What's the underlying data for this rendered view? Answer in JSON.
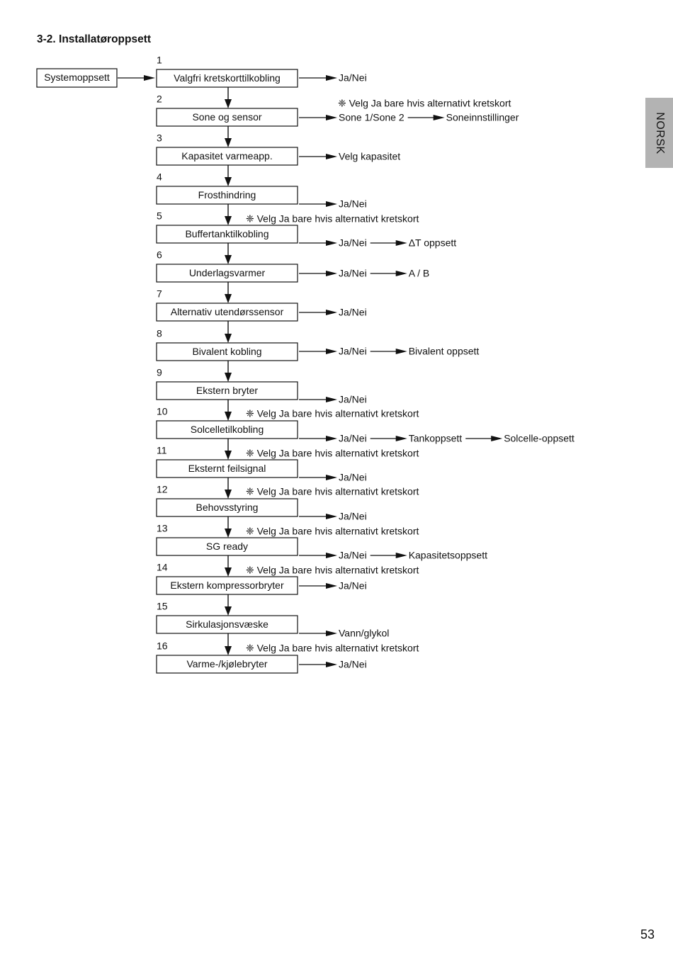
{
  "section_title": "3-2. Installatøroppsett",
  "side_tab": "NORSK",
  "page_number": "53",
  "start_box": "Systemoppsett",
  "steps": [
    {
      "num": "1",
      "label": "Valgfri kretskorttilkobling",
      "options": [
        "Ja/Nei"
      ]
    },
    {
      "num": "2",
      "label": "Sone og sensor",
      "note": "Velg Ja bare hvis alternativt kretskort",
      "options": [
        "Sone 1/Sone 2",
        "Soneinnstillinger"
      ]
    },
    {
      "num": "3",
      "label": "Kapasitet varmeapp.",
      "options": [
        "Velg kapasitet"
      ]
    },
    {
      "num": "4",
      "label": "Frosthindring",
      "options": [
        "Ja/Nei"
      ]
    },
    {
      "num": "5",
      "label": "Buffertanktilkobling",
      "note": "Velg Ja bare hvis alternativt kretskort",
      "options": [
        "Ja/Nei",
        "ΔT oppsett"
      ]
    },
    {
      "num": "6",
      "label": "Underlagsvarmer",
      "options": [
        "Ja/Nei",
        "A / B"
      ]
    },
    {
      "num": "7",
      "label": "Alternativ utendørssensor",
      "options": [
        "Ja/Nei"
      ]
    },
    {
      "num": "8",
      "label": "Bivalent kobling",
      "options": [
        "Ja/Nei",
        "Bivalent oppsett"
      ]
    },
    {
      "num": "9",
      "label": "Ekstern bryter",
      "options": [
        "Ja/Nei"
      ]
    },
    {
      "num": "10",
      "label": "Solcelletilkobling",
      "note": "Velg Ja bare hvis alternativt kretskort",
      "options": [
        "Ja/Nei",
        "Tankoppsett",
        "Solcelle-oppsett"
      ]
    },
    {
      "num": "11",
      "label": "Eksternt feilsignal",
      "note": "Velg Ja bare hvis alternativt kretskort",
      "options": [
        "Ja/Nei"
      ]
    },
    {
      "num": "12",
      "label": "Behovsstyring",
      "note": "Velg Ja bare hvis alternativt kretskort",
      "options": [
        "Ja/Nei"
      ]
    },
    {
      "num": "13",
      "label": "SG ready",
      "note": "Velg Ja bare hvis alternativt kretskort",
      "options": [
        "Ja/Nei",
        "Kapasitetsoppsett"
      ]
    },
    {
      "num": "14",
      "label": "Ekstern kompressorbryter",
      "note": "Velg Ja bare hvis alternativt kretskort",
      "options": [
        "Ja/Nei"
      ]
    },
    {
      "num": "15",
      "label": "Sirkulasjonsvæske",
      "options": [
        "Vann/glykol"
      ]
    },
    {
      "num": "16",
      "label": "Varme-/kjølebryter",
      "note": "Velg Ja bare hvis alternativt kretskort",
      "options": [
        "Ja/Nei"
      ]
    }
  ],
  "note_symbol": "❈"
}
